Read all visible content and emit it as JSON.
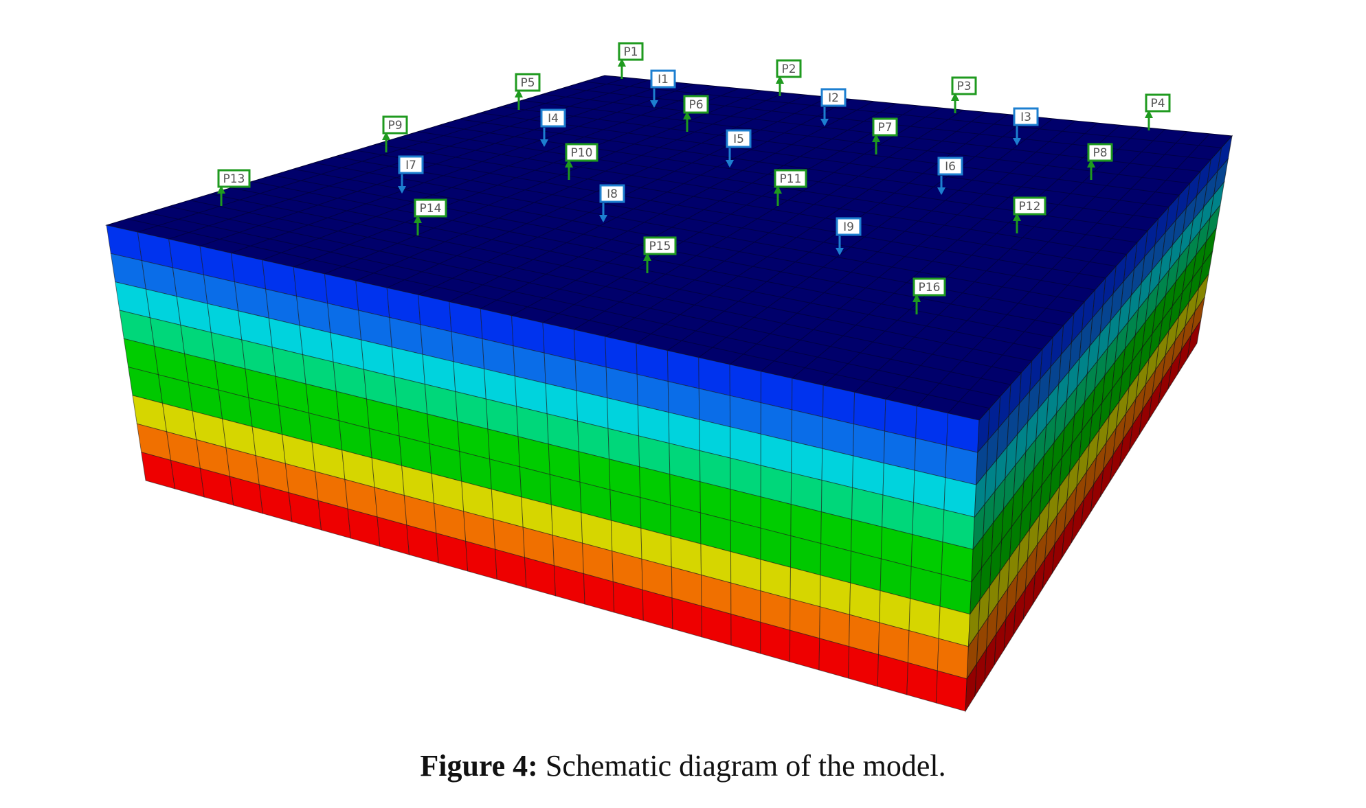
{
  "figure": {
    "caption_label": "Figure 4:",
    "caption_text": " Schematic diagram of the model."
  },
  "model": {
    "layer_colors": [
      "#0033ee",
      "#0a6de8",
      "#00d3dd",
      "#00d77a",
      "#00cc00",
      "#00c800",
      "#d6d600",
      "#f07000",
      "#ee0000"
    ],
    "top_color": "#00006b",
    "front_cells": 28,
    "right_cells": 24
  },
  "wells": [
    {
      "name": "P1",
      "type": "producer"
    },
    {
      "name": "P2",
      "type": "producer"
    },
    {
      "name": "P3",
      "type": "producer"
    },
    {
      "name": "P4",
      "type": "producer"
    },
    {
      "name": "P5",
      "type": "producer"
    },
    {
      "name": "P6",
      "type": "producer"
    },
    {
      "name": "P7",
      "type": "producer"
    },
    {
      "name": "P8",
      "type": "producer"
    },
    {
      "name": "P9",
      "type": "producer"
    },
    {
      "name": "P10",
      "type": "producer"
    },
    {
      "name": "P11",
      "type": "producer"
    },
    {
      "name": "P12",
      "type": "producer"
    },
    {
      "name": "P13",
      "type": "producer"
    },
    {
      "name": "P14",
      "type": "producer"
    },
    {
      "name": "P15",
      "type": "producer"
    },
    {
      "name": "P16",
      "type": "producer"
    },
    {
      "name": "I1",
      "type": "injector"
    },
    {
      "name": "I2",
      "type": "injector"
    },
    {
      "name": "I3",
      "type": "injector"
    },
    {
      "name": "I4",
      "type": "injector"
    },
    {
      "name": "I5",
      "type": "injector"
    },
    {
      "name": "I6",
      "type": "injector"
    },
    {
      "name": "I7",
      "type": "injector"
    },
    {
      "name": "I8",
      "type": "injector"
    },
    {
      "name": "I9",
      "type": "injector"
    }
  ],
  "colors": {
    "producer": "#1f9a1f",
    "injector": "#1d7fd0"
  }
}
